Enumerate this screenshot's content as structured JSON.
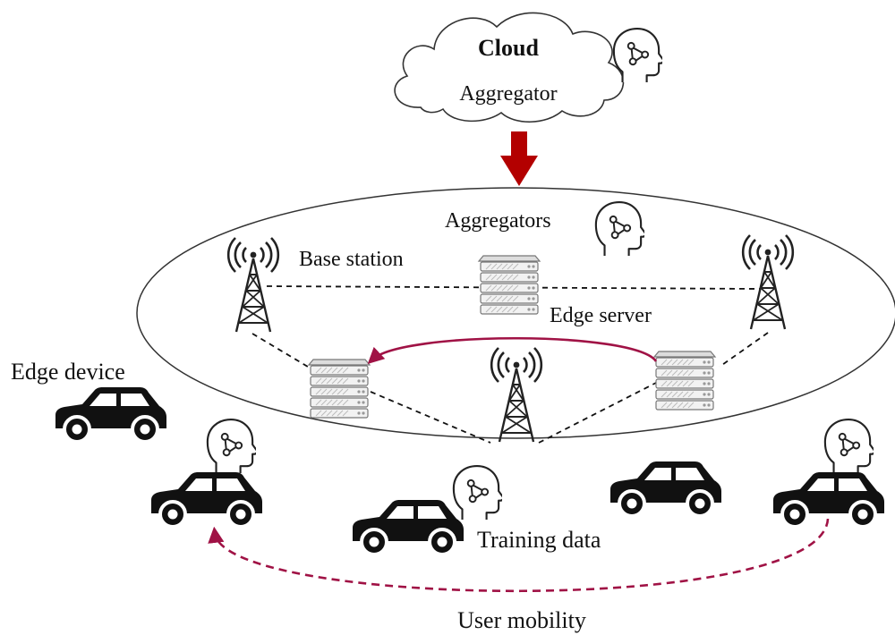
{
  "cloud": {
    "title": "Cloud",
    "subtitle": "Aggregator"
  },
  "labels": {
    "aggregators": "Aggregators",
    "base_station": "Base station",
    "edge_server": "Edge server",
    "edge_device": "Edge device",
    "training_data": "Training data",
    "user_mobility": "User mobility"
  },
  "colors": {
    "arrow_red": "#b30000",
    "link_crimson": "#a01245",
    "ink": "#111111"
  },
  "icons": [
    "cloud-icon",
    "brain-icon",
    "antenna-tower-icon",
    "server-rack-icon",
    "car-icon"
  ]
}
